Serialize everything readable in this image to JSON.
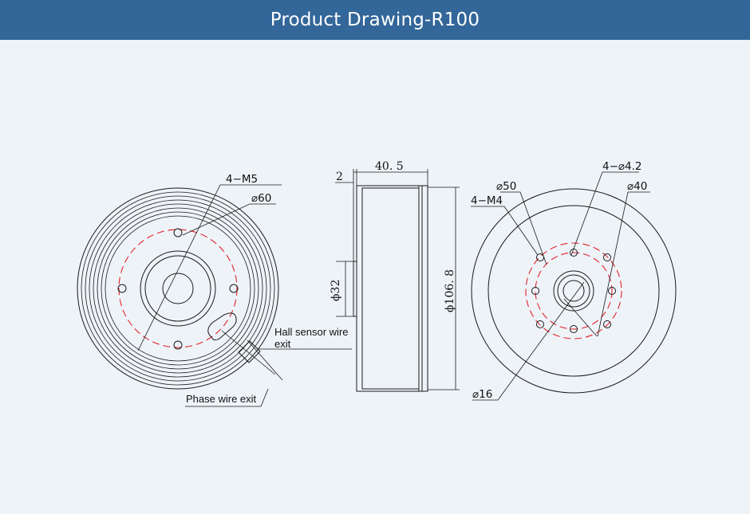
{
  "header": {
    "title": "Product Drawing-R100"
  },
  "drawing": {
    "left_view": {
      "label_4m5": "4−M5",
      "label_d60": "⌀60",
      "label_hall_1": "Hall sensor wire",
      "label_hall_2": "exit",
      "label_phase": "Phase wire exit"
    },
    "side_view": {
      "label_2": "2",
      "label_40_5": "40. 5",
      "label_d32": "ϕ32",
      "label_d106_8": "ϕ106. 8"
    },
    "right_view": {
      "label_4_d4_2": "4−⌀4.2",
      "label_d50": "⌀50",
      "label_d40": "⌀40",
      "label_4m4": "4−M4",
      "label_d16": "⌀16"
    }
  },
  "colors": {
    "header_bg": "#336699",
    "page_bg": "#eef3f8",
    "dash_red": "#e0242c"
  }
}
